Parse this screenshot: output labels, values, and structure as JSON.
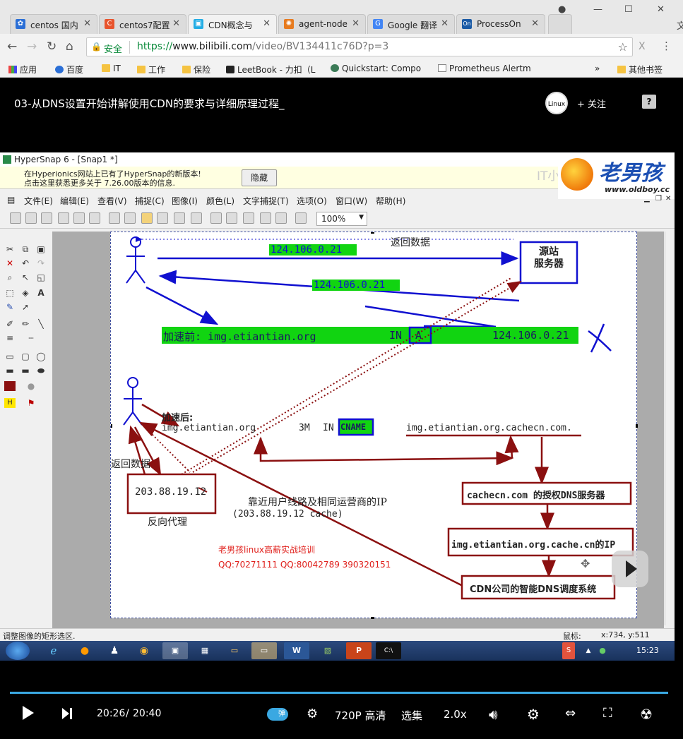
{
  "browser": {
    "tabs": [
      {
        "label": "centos 国内",
        "icon": "paw-icon",
        "color": "#2b6fd6"
      },
      {
        "label": "centos7配置",
        "icon": "csdn-icon",
        "color": "#e8542d"
      },
      {
        "label": "CDN概念与",
        "icon": "bilibili-icon",
        "color": "#23ade5"
      },
      {
        "label": "agent-node",
        "icon": "gear-icon",
        "color": "#e77b1f"
      },
      {
        "label": "Google 翻译",
        "icon": "translate-icon",
        "color": "#4285f4"
      },
      {
        "label": "ProcessOn",
        "icon": "on-icon",
        "color": "#1a5aa5"
      }
    ],
    "active_tab": 2,
    "omnibox": {
      "secure": "安全",
      "url_prefix": "https://",
      "url_host": "www.bilibili.com",
      "url_path": "/video/BV134411c76D?p=3"
    },
    "bookmarks": [
      "应用",
      "百度",
      "IT",
      "工作",
      "保险",
      "LeetBook - 力扣（L",
      "Quickstart: Compo",
      "Prometheus Alertm",
      "»",
      "其他书签"
    ],
    "window_edge": "文"
  },
  "video": {
    "title": "03-从DNS设置开始讲解使用CDN的要求与详细原理过程_",
    "uploader_avatar_text": "Linux",
    "follow": "+ 关注",
    "help": "?",
    "controls": {
      "time_current": "20:26",
      "time_sep": "/",
      "time_total": "20:40",
      "danmu": "弹",
      "quality": "720P 高清",
      "episodes": "选集",
      "speed": "2.0x"
    }
  },
  "hypersnap": {
    "title": "HyperSnap 6 - [Snap1 *]",
    "banner_line1": "在Hyperionics网站上已有了HyperSnap的新版本!",
    "banner_line2": "点击这里获悉更多关于 7.26.00版本的信息.",
    "hide_button": "隐藏",
    "logo_text": "老男孩",
    "logo_url": "www.oldboy.cc",
    "watermark": "IT小丁Joey上传分享",
    "menu": [
      "文件(E)",
      "编辑(E)",
      "查看(V)",
      "捕捉(C)",
      "图像(I)",
      "颜色(L)",
      "文字捕捉(T)",
      "选项(O)",
      "窗口(W)",
      "帮助(H)"
    ],
    "zoom": "100%",
    "status_left": "调整图像的矩形选区.",
    "status_mouse": "鼠标:",
    "status_coords": "x:734, y:511"
  },
  "diagram": {
    "return_data_top": "返回数据",
    "ip_green_1": "124.106.0.21",
    "ip_green_2": "124.106.0.21",
    "origin_server": [
      "源站",
      "服务器"
    ],
    "before_label": "加速前: img.etiantian.org",
    "before_in": "IN",
    "before_a": "A",
    "before_ip": "124.106.0.21",
    "after_label": "加速后:",
    "after_domain": "img.etiantian.org",
    "after_ttl": "3M",
    "after_in": "IN",
    "after_cname": "CNAME",
    "cname_target": "img.etiantian.org.cachecn.com.",
    "return_data_left": "返回数据",
    "proxy_ip": "203.88.19.12",
    "proxy_label": "反向代理",
    "near_user": "靠近用户线路及相同运营商的IP",
    "near_user_ip": "(203.88.19.12 cache)",
    "auth_dns": "cachecn.com 的授权DNS服务器",
    "cache_ip": "img.etiantian.org.cache.cn的IP",
    "smart_dns": "CDN公司的智能DNS调度系统",
    "ad_line1": "老男孩linux高薪实战培训",
    "ad_line2": "QQ:70271111 QQ:80042789 390320151"
  }
}
